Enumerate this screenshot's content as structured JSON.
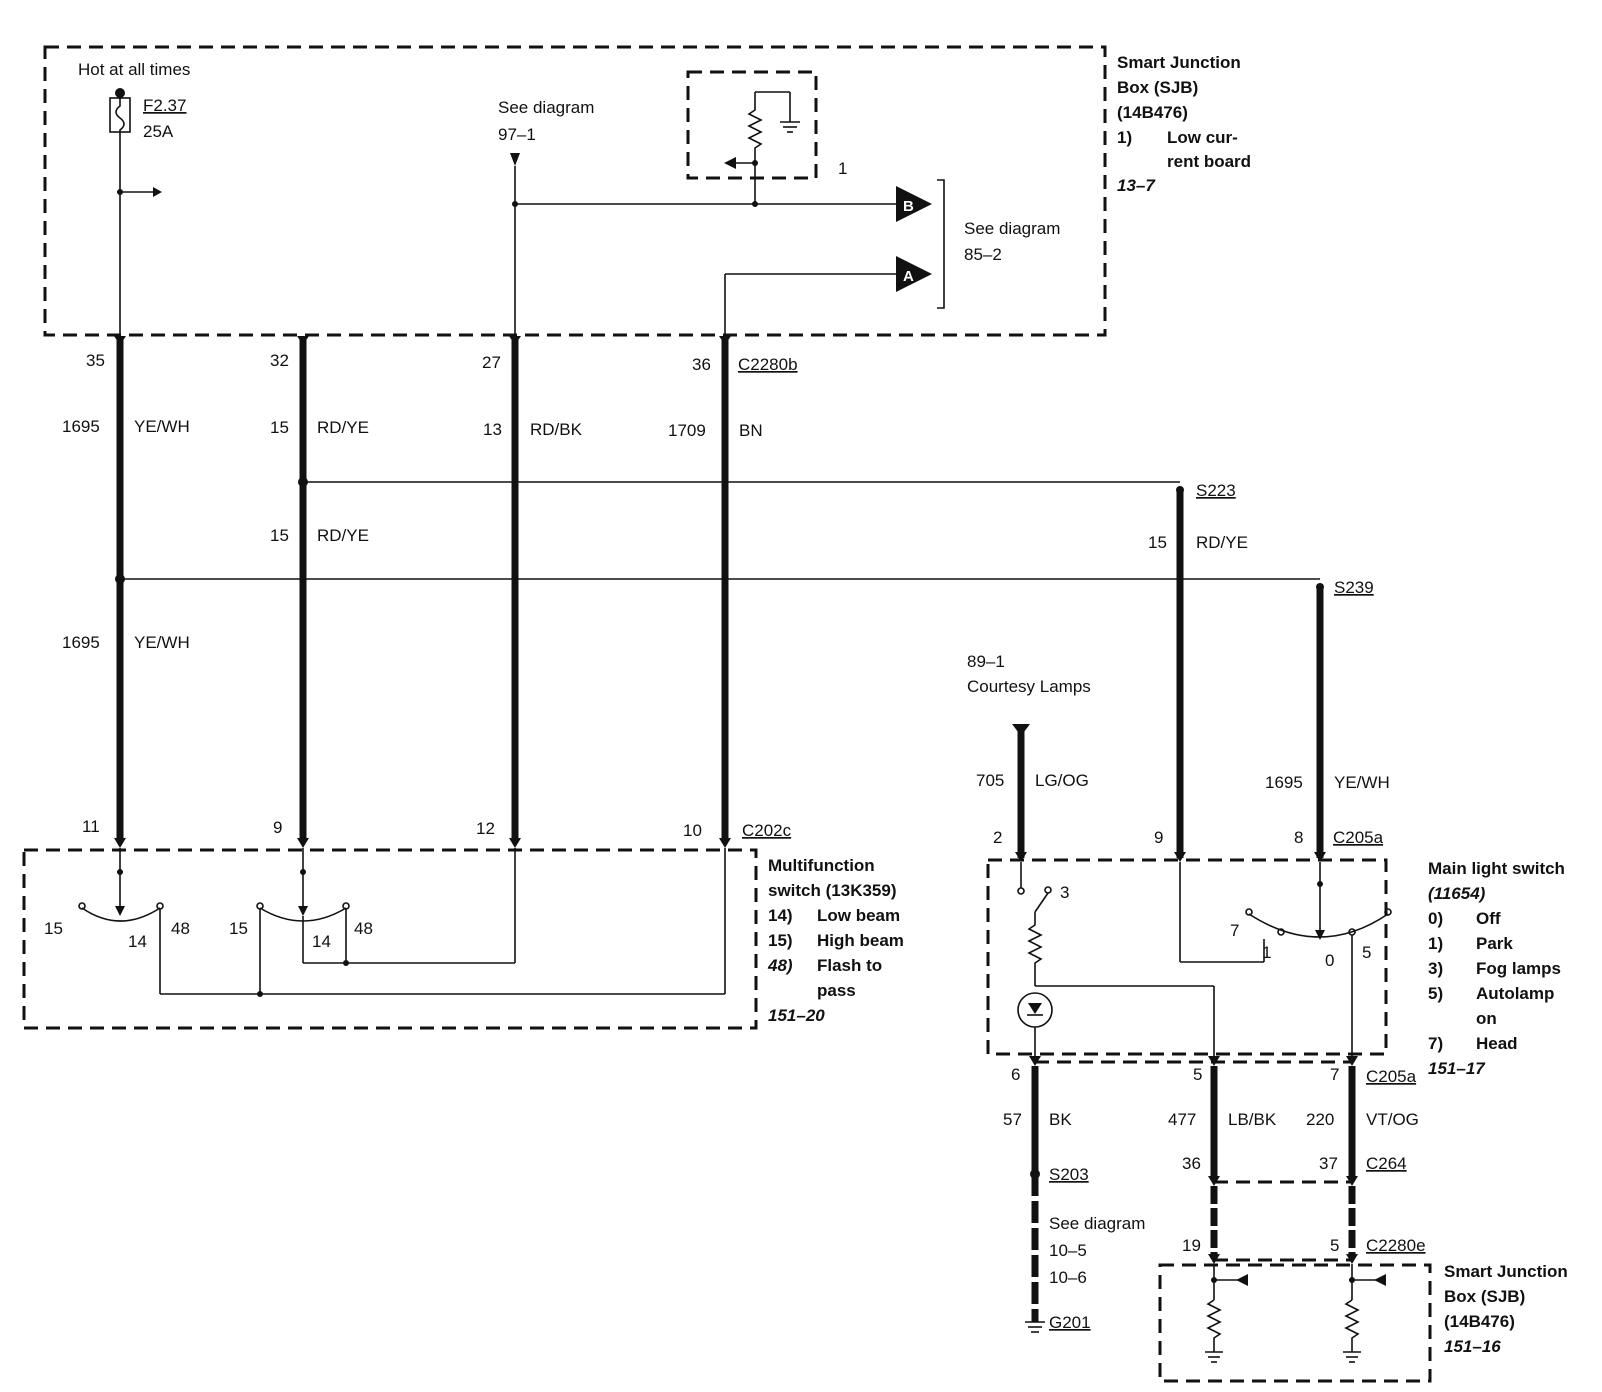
{
  "top_box": {
    "hot_label": "Hot at all times",
    "fuse_id": "F2.37",
    "fuse_rating": "25A",
    "see_97": [
      "See diagram",
      "97–1"
    ],
    "relay_num": "1",
    "title_lines": [
      "Smart Junction",
      "Box (SJB)",
      "(14B476)"
    ],
    "item_num": "1)",
    "item_lines": [
      "Low cur-",
      "rent board"
    ],
    "ref": "13–7",
    "connector_b": "B",
    "connector_a": "A",
    "see_85": [
      "See diagram",
      "85–2"
    ]
  },
  "harness_top": {
    "connector": "C2280b",
    "pins": [
      "35",
      "32",
      "27",
      "36"
    ],
    "circuits": [
      "1695",
      "15",
      "13",
      "1709"
    ],
    "colors": [
      "YE/WH",
      "RD/YE",
      "RD/BK",
      "BN"
    ],
    "mid_circuit_15": "15",
    "mid_color_rdye": "RD/YE",
    "mid_circuit_1695": "1695",
    "mid_color_yewh": "YE/WH"
  },
  "splices": {
    "s223": "S223",
    "s223_circuit": "15",
    "s223_color": "RD/YE",
    "s239": "S239",
    "s239_circuit": "1695",
    "s239_color": "YE/WH"
  },
  "multifunction": {
    "connector": "C202c",
    "pins": [
      "11",
      "9",
      "12",
      "10"
    ],
    "sw1": [
      "15",
      "14",
      "48"
    ],
    "sw2": [
      "15",
      "14",
      "48"
    ],
    "title_lines": [
      "Multifunction",
      "switch (13K359)"
    ],
    "items": [
      {
        "num": "14)",
        "text": "Low beam"
      },
      {
        "num": "15)",
        "text": "High beam"
      },
      {
        "num": "48)",
        "text": "Flash to"
      }
    ],
    "item_cont": "pass",
    "ref": "151–20"
  },
  "courtesy": {
    "ref": "89–1",
    "label": "Courtesy Lamps",
    "circuit": "705",
    "color": "LG/OG"
  },
  "main_switch": {
    "connector": "C205a",
    "pins": [
      "2",
      "9",
      "8"
    ],
    "pos_labels": [
      "3",
      "7",
      "1",
      "0",
      "5"
    ],
    "title_lines": [
      "Main light switch",
      "(11654)"
    ],
    "items": [
      {
        "num": "0)",
        "text": "Off"
      },
      {
        "num": "1)",
        "text": "Park"
      },
      {
        "num": "3)",
        "text": "Fog lamps"
      },
      {
        "num": "5)",
        "text": "Autolamp"
      }
    ],
    "item_cont_on": "on",
    "item_last": {
      "num": "7)",
      "text": "Head"
    },
    "ref": "151–17"
  },
  "lower_harness": {
    "connector_a": "C205a",
    "pins_a": [
      "6",
      "5",
      "7"
    ],
    "circuits": [
      "57",
      "477",
      "220"
    ],
    "colors": [
      "BK",
      "LB/BK",
      "VT/OG"
    ],
    "splice": "S203",
    "c264": "C264",
    "pins_c264": [
      "36",
      "37"
    ],
    "see_lines": [
      "See diagram",
      "10–5",
      "10–6"
    ],
    "ground": "G201",
    "connector_e": "C2280e",
    "pins_e": [
      "19",
      "5"
    ]
  },
  "bottom_box": {
    "title_lines": [
      "Smart Junction",
      "Box (SJB)",
      "(14B476)"
    ],
    "ref": "151–16"
  }
}
